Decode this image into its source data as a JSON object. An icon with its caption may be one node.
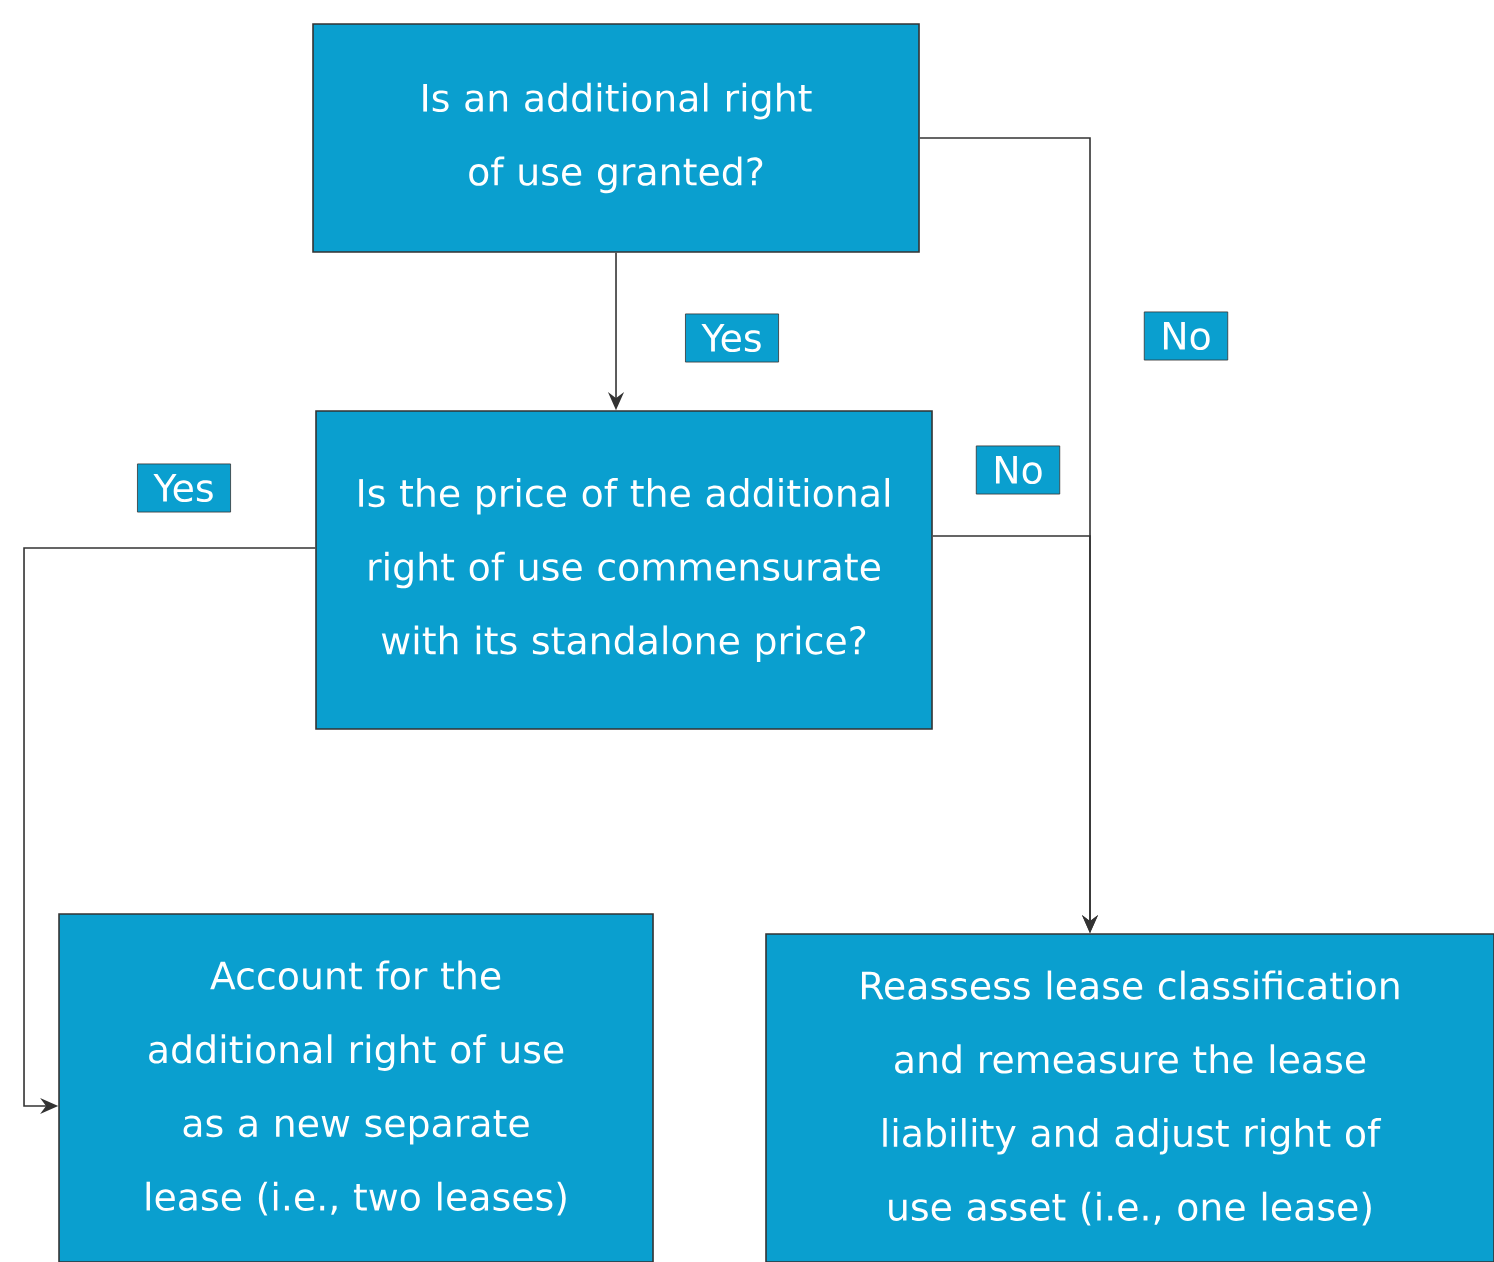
{
  "diagram": {
    "nodes": [
      {
        "text": [
          "Is an additional right of use granted?"
        ]
      },
      {
        "text": [
          "Is the price of the additional right of use commensurate with its standalone price?"
        ]
      },
      {
        "text": [
          "Account for the additional right of use as a new separate lease (i.e., two leases)"
        ]
      },
      {
        "text": [
          "Reassess lease classification and remeasure the lease liability and adjust right of use asset (i.e., one lease)"
        ]
      }
    ],
    "edges": [
      {
        "from": 0,
        "to": 1,
        "arrow": "to",
        "label": "Yes"
      },
      {
        "from": 0,
        "to": 3,
        "arrow": "to",
        "label": "No"
      },
      {
        "from": 1,
        "to": 2,
        "arrow": "to",
        "label": "Yes"
      },
      {
        "from": 1,
        "to": 3,
        "arrow": "to",
        "label": "No"
      }
    ]
  }
}
